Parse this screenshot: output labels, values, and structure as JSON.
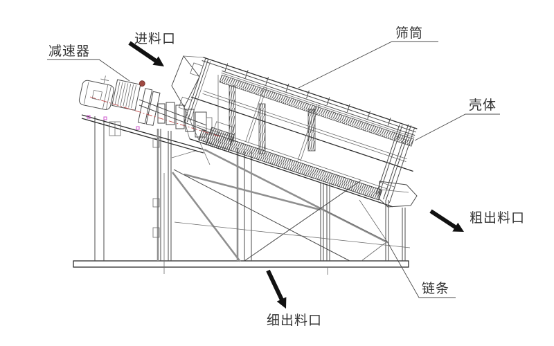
{
  "diagram": {
    "type": "engineering-line-drawing",
    "subject": "trommel-rotary-drum-screen-side-view"
  },
  "labels": {
    "reducer": "减速器",
    "feed_inlet": "进料口",
    "screen_drum": "筛筒",
    "shell": "壳体",
    "coarse_outlet": "粗出料口",
    "chain": "链条",
    "fine_outlet": "细出料口"
  },
  "icons": {
    "feed_arrow": "solid-arrow-down-right-icon",
    "coarse_arrow": "solid-arrow-down-right-icon",
    "fine_arrow": "solid-arrow-down-icon"
  },
  "colors": {
    "background": "#ffffff",
    "line": "#4a4a4a",
    "thick_line": "#8f8f8f",
    "text": "#333333",
    "arrow": "#111111",
    "rail_tick_red": "#a33333",
    "centerline_red": "#bb4444",
    "bolt_marker_magenta": "#cc55cc"
  }
}
